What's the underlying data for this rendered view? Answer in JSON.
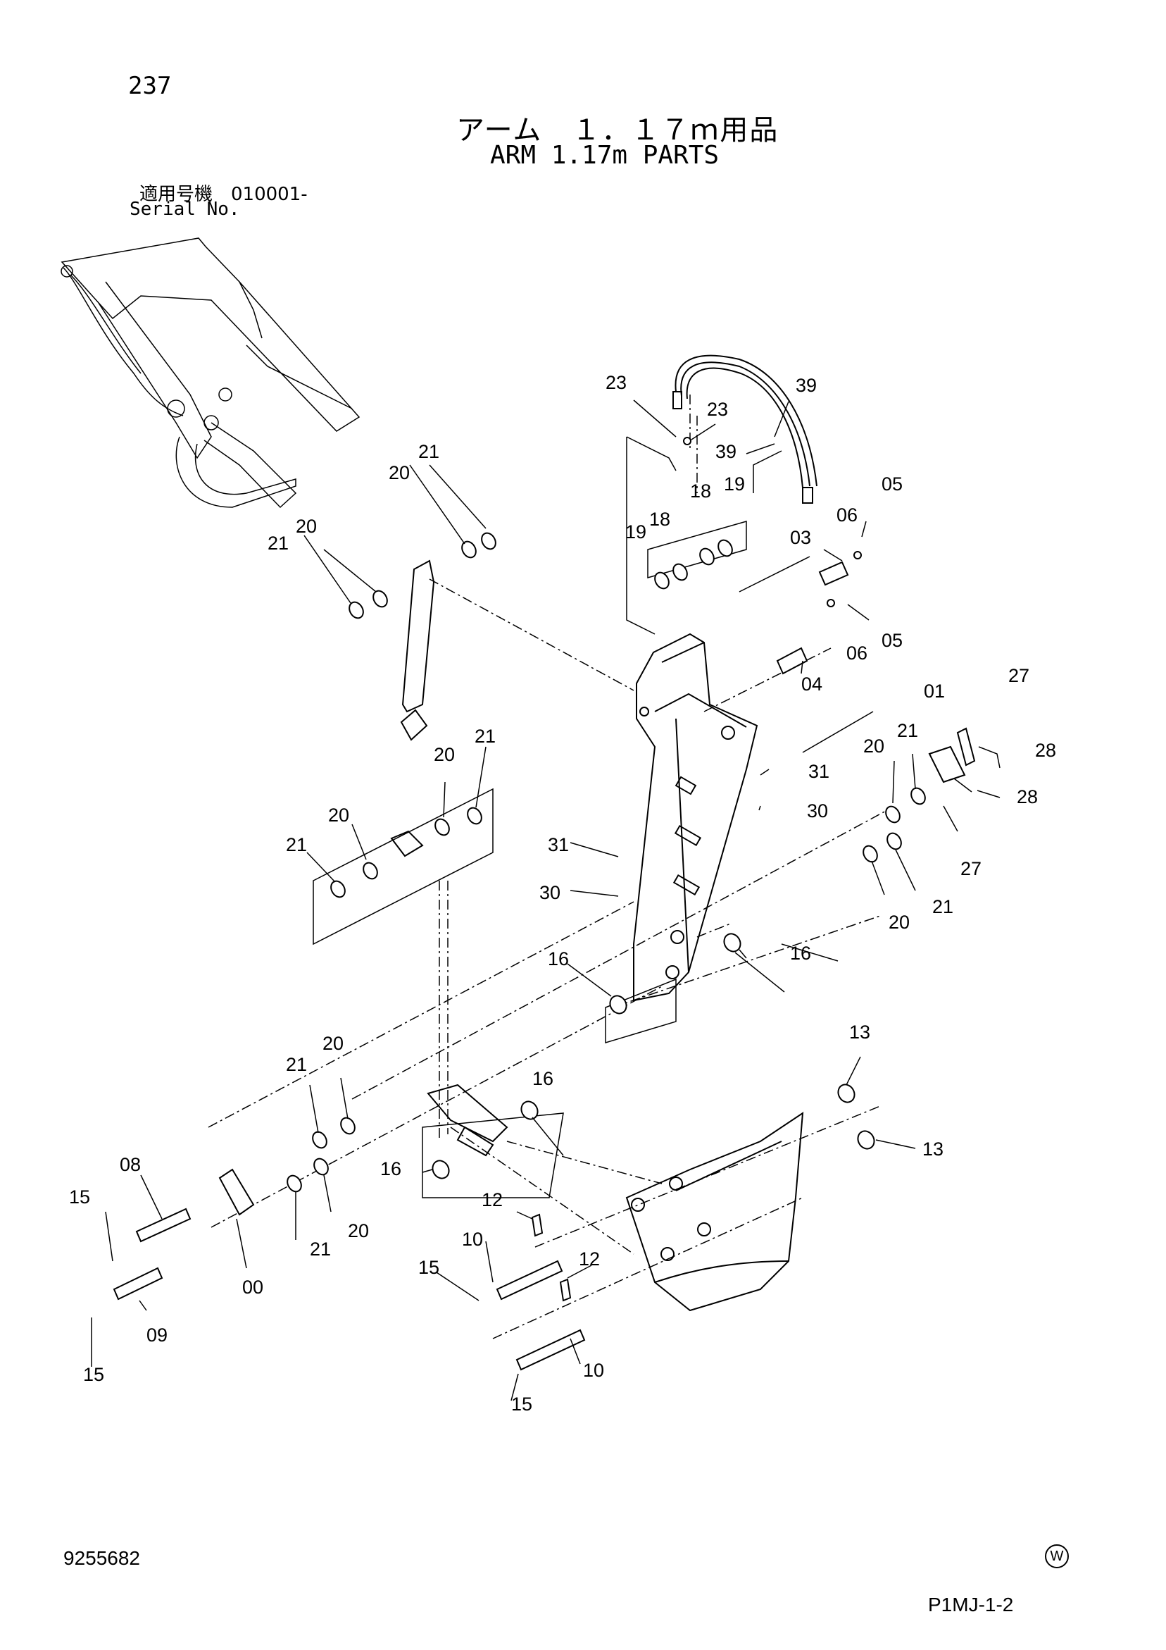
{
  "header": {
    "page_number": "237",
    "title_jp": "アーム　１．１７ｍ用品",
    "title_en": "ARM 1.17m PARTS",
    "serial_label_jp": "適用号機　010001-",
    "serial_label_en": "Serial No."
  },
  "footer": {
    "doc_number": "9255682",
    "copyright_mark": "W",
    "figure_code": "P1MJ-1-2"
  },
  "callouts": [
    "00",
    "01",
    "03",
    "04",
    "05",
    "06",
    "08",
    "09",
    "10",
    "12",
    "13",
    "15",
    "16",
    "18",
    "19",
    "20",
    "21",
    "23",
    "27",
    "28",
    "30",
    "31",
    "39"
  ]
}
